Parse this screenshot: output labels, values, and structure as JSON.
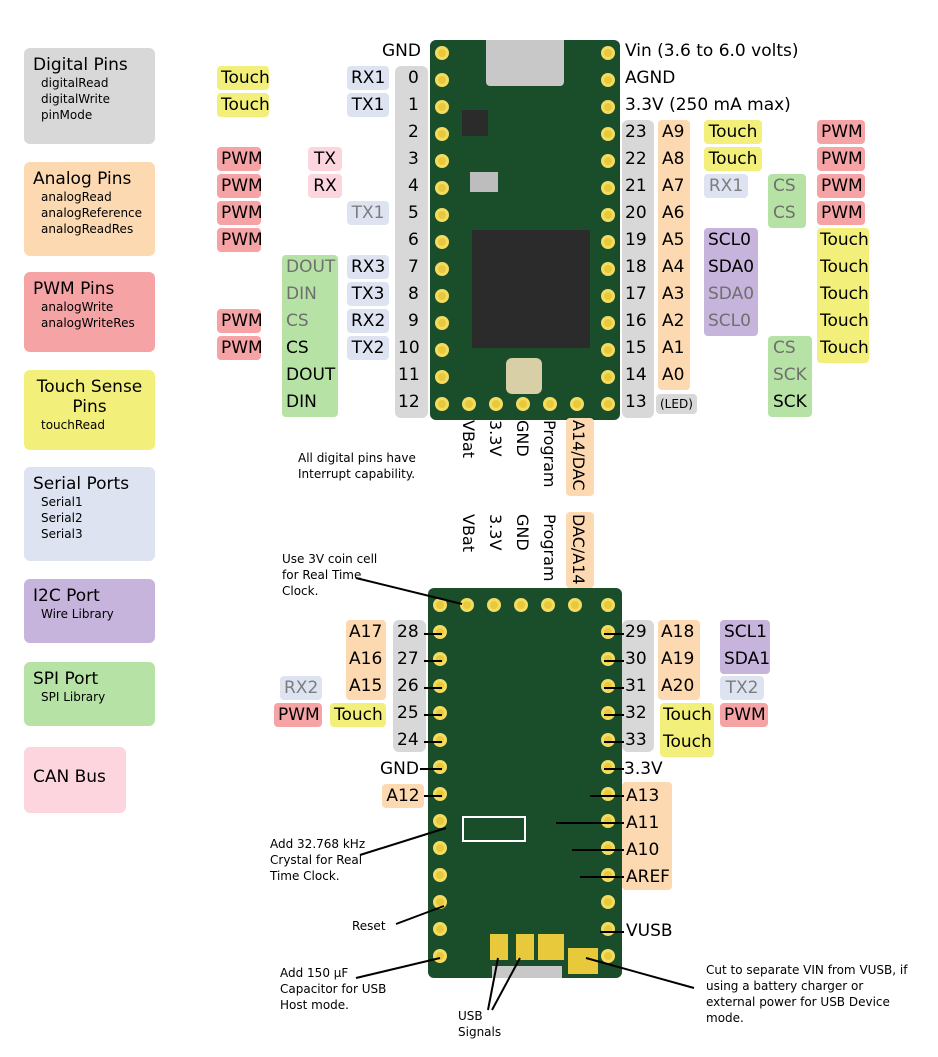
{
  "legend": {
    "digital": {
      "title": "Digital Pins",
      "items": [
        "digitalRead",
        "digitalWrite",
        "pinMode"
      ]
    },
    "analog": {
      "title": "Analog Pins",
      "items": [
        "analogRead",
        "analogReference",
        "analogReadRes"
      ]
    },
    "pwm": {
      "title": "PWM Pins",
      "items": [
        "analogWrite",
        "analogWriteRes"
      ]
    },
    "touch": {
      "title": "Touch Sense Pins",
      "items": [
        "touchRead"
      ]
    },
    "serial": {
      "title": "Serial Ports",
      "items": [
        "Serial1",
        "Serial2",
        "Serial3"
      ]
    },
    "i2c": {
      "title": "I2C Port",
      "items": [
        "Wire Library"
      ]
    },
    "spi": {
      "title": "SPI Port",
      "items": [
        "SPI Library"
      ]
    },
    "can": {
      "title": "CAN Bus"
    }
  },
  "colors": {
    "analog": "#fdd9b1",
    "pwm": "#f6a3a6",
    "touch": "#f2f07a",
    "serial": "#dde3f1",
    "i2c": "#c6b4dc",
    "spi": "#b6e3a5",
    "can": "#fcd5df",
    "digital": "#d8d8d8",
    "board": "#1a4d2a",
    "pad": "#e8c93b"
  },
  "top": {
    "gnd": "GND",
    "vin": "Vin  (3.6 to 6.0 volts)",
    "agnd": "AGND",
    "v33": "3.3V (250 mA max)",
    "led": "(LED)",
    "interrupt_note": "All digital pins have Interrupt capability.",
    "bottom_pins": [
      "VBat",
      "3.3V",
      "GND",
      "Program",
      "A14/DAC"
    ],
    "left_pins": [
      "0",
      "1",
      "2",
      "3",
      "4",
      "5",
      "6",
      "7",
      "8",
      "9",
      "10",
      "11",
      "12"
    ],
    "right_pins": [
      "23",
      "22",
      "21",
      "20",
      "19",
      "18",
      "17",
      "16",
      "15",
      "14",
      "13"
    ],
    "analog_right": [
      "A9",
      "A8",
      "A7",
      "A6",
      "A5",
      "A4",
      "A3",
      "A2",
      "A1",
      "A0"
    ],
    "touch_left": [
      "Touch",
      "Touch"
    ],
    "serial_left": [
      "RX1",
      "TX1",
      "RX3",
      "TX3",
      "RX2",
      "TX2"
    ],
    "can_left": [
      "TX",
      "RX"
    ],
    "tx1_alt": "TX1",
    "pwm_left": [
      "PWM",
      "PWM",
      "PWM",
      "PWM",
      "PWM",
      "PWM"
    ],
    "spi_left": [
      "DOUT",
      "DIN",
      "CS",
      "CS",
      "DOUT",
      "DIN"
    ],
    "touch_right": [
      "Touch",
      "Touch"
    ],
    "rx1_alt": "RX1",
    "i2c_right": [
      "SCL0",
      "SDA0",
      "SDA0",
      "SCL0"
    ],
    "spi_right": [
      "CS",
      "CS"
    ],
    "spi_right_low": [
      "CS",
      "SCK",
      "SCK"
    ],
    "pwm_right": [
      "PWM",
      "PWM",
      "PWM",
      "PWM"
    ],
    "touch_right2": [
      "Touch",
      "Touch",
      "Touch",
      "Touch",
      "Touch"
    ]
  },
  "bottom": {
    "top_pins": [
      "VBat",
      "3.3V",
      "GND",
      "Program",
      "DAC/A14"
    ],
    "coin_note": "Use 3V coin cell for Real Time Clock.",
    "left_pins": [
      "28",
      "27",
      "26",
      "25",
      "24"
    ],
    "analog_left": [
      "A17",
      "A16",
      "A15"
    ],
    "rx2": "RX2",
    "pwm_left": "PWM",
    "touch_left": "Touch",
    "gnd": "GND",
    "a12": "A12",
    "right_pins": [
      "29",
      "30",
      "31",
      "32",
      "33"
    ],
    "analog_right": [
      "A18",
      "A19",
      "A20"
    ],
    "i2c_right": [
      "SCL1",
      "SDA1"
    ],
    "tx2": "TX2",
    "touch_right": [
      "Touch",
      "Touch"
    ],
    "pwm_right": "PWM",
    "v33": "3.3V",
    "a13": "A13",
    "a11": "A11",
    "a10": "A10",
    "aref": "AREF",
    "vusb": "VUSB",
    "crystal_note": "Add 32.768 kHz Crystal for Real Time Clock.",
    "reset_note": "Reset",
    "cap_note": "Add 150 µF Capacitor for USB Host mode.",
    "usb_note": "USB Signals",
    "cut_note": "Cut to separate VIN from VUSB, if using a battery charger or external power for USB Device mode."
  }
}
